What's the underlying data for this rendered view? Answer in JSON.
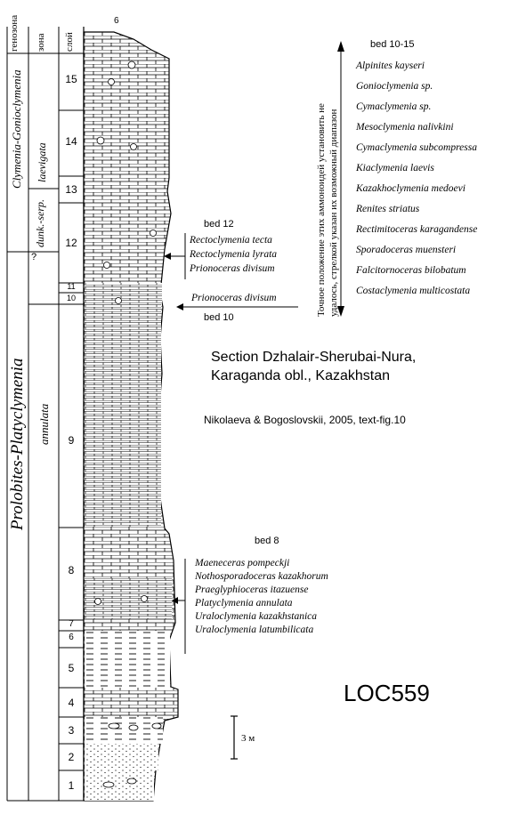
{
  "headers": {
    "genozone": "генозона",
    "zone": "зона",
    "layer": "слой",
    "section_mark": "6"
  },
  "genozones": {
    "upper": "Clymenia-Gonioclymenia",
    "lower": "Prolobites-Platyclymenia"
  },
  "zones": {
    "laevigata": "laevigata",
    "dunk": "dunk.-serp.",
    "annulata": "annulata",
    "question": "?"
  },
  "beds": [
    {
      "num": "15"
    },
    {
      "num": "14"
    },
    {
      "num": "13"
    },
    {
      "num": "12"
    },
    {
      "num": "11"
    },
    {
      "num": "10"
    },
    {
      "num": "9"
    },
    {
      "num": "8"
    },
    {
      "num": "7"
    },
    {
      "num": "6"
    },
    {
      "num": "5"
    },
    {
      "num": "4"
    },
    {
      "num": "3"
    },
    {
      "num": "2"
    },
    {
      "num": "1"
    }
  ],
  "group_bed_10_15": {
    "label": "bed 10-15",
    "species": [
      "Alpinites kayseri",
      "Gonioclymenia sp.",
      "Cymaclymenia sp.",
      "Mesoclymenia nalivkini",
      "Cymaclymenia subcompressa",
      "Kiaclymenia laevis",
      "Kazakhoclymenia medoevi",
      "Renites striatus",
      "Rectimitoceras karagandense",
      "Sporadoceras muensteri",
      "Falcitornoceras bilobatum",
      "Costaclymenia multicostata"
    ],
    "note_line1": "Точное положение этих аммоноидей установить не",
    "note_line2": "удалось, стрелкой указан их возможный диапазон"
  },
  "group_bed_12": {
    "label": "bed 12",
    "species": [
      "Rectoclymenia tecta",
      "Rectoclymenia lyrata",
      "Prionoceras divisum"
    ]
  },
  "group_bed_10": {
    "label": "bed 10",
    "species": [
      "Prionoceras divisum"
    ]
  },
  "group_bed_8": {
    "label": "bed 8",
    "species": [
      "Maeneceras pompeckji",
      "Nothosporadoceras kazakhorum",
      "Praeglyphioceras itazuense",
      "Platyclymenia annulata",
      "Uraloclymenia kazakhstanica",
      "Uraloclymenia latumbilicata"
    ]
  },
  "title": {
    "line1": "Section Dzhalair-Sherubai-Nura,",
    "line2": "Karaganda obl., Kazakhstan"
  },
  "citation": "Nikolaeva & Bogoslovskii, 2005, text-fig.10",
  "locality": "LOC559",
  "scale_label": "3 м"
}
